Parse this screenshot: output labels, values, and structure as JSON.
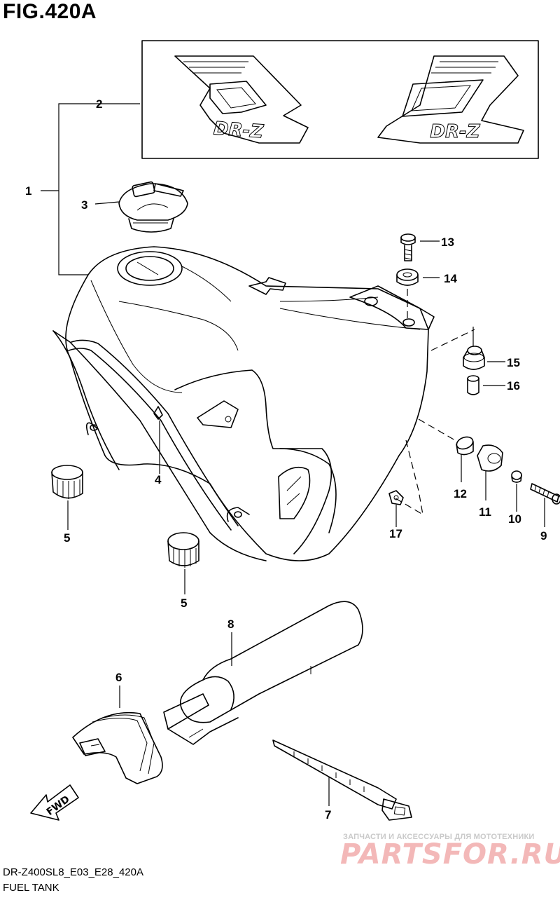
{
  "figure": {
    "title": "FIG.420A",
    "code": "DR-Z400SL8_E03_E28_420A",
    "name": "FUEL TANK"
  },
  "decal": {
    "text": "DR-Z"
  },
  "fwd_label": "FWD",
  "callouts": {
    "c1": "1",
    "c2": "2",
    "c3": "3",
    "c4": "4",
    "c5a": "5",
    "c5b": "5",
    "c6": "6",
    "c7": "7",
    "c8": "8",
    "c9": "9",
    "c10": "10",
    "c11": "11",
    "c12": "12",
    "c13": "13",
    "c14": "14",
    "c15": "15",
    "c16": "16",
    "c17": "17"
  },
  "watermark": {
    "subtitle": "ЗАПЧАСТИ И АКСЕССУАРЫ ДЛЯ МОТОТЕХНИКИ",
    "logo": "PARTSFOR.RU"
  }
}
